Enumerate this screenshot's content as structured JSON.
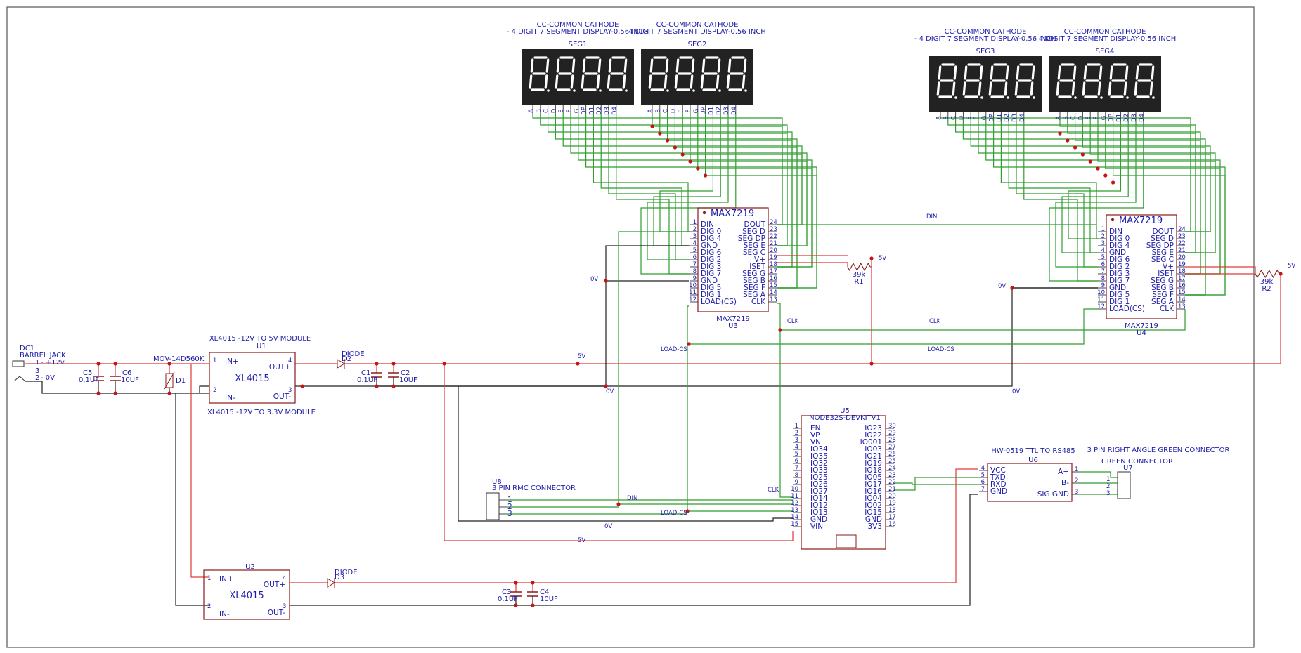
{
  "colors": {
    "wire_green": "#2f9e2f",
    "wire_red": "#e03a3a",
    "wire_black": "#202020",
    "text": "#1c1ca8",
    "part": "#8b1a1a",
    "display": "#222222",
    "junction": "#c41414"
  },
  "displays": [
    {
      "title1": "CC-COMMON CATHODE",
      "title2": "- 4 DIGIT 7 SEGMENT DISPLAY-0.56 INCH",
      "name": "SEG1"
    },
    {
      "title1": "CC-COMMON CATHODE",
      "title2": "4 DIGIT 7 SEGMENT DISPLAY-0.56 INCH",
      "name": "SEG2"
    },
    {
      "title1": "CC-COMMON CATHODE",
      "title2": "- 4 DIGIT 7 SEGMENT DISPLAY-0.56 INCH",
      "name": "SEG3"
    },
    {
      "title1": "CC-COMMON CATHODE",
      "title2": "- 4 DIGIT 7 SEGMENT DISPLAY-0.56 INCH",
      "name": "SEG4"
    }
  ],
  "display_pins": [
    "A",
    "B",
    "C",
    "D",
    "E",
    "F",
    "G",
    "DP",
    "D1",
    "D2",
    "D3",
    "D4"
  ],
  "max7219": [
    {
      "title": "MAX7219",
      "part": "MAX7219",
      "ref": "U3"
    },
    {
      "title": "MAX7219",
      "part": "MAX7219",
      "ref": "U4"
    }
  ],
  "max_left_pins": [
    {
      "n": "1",
      "t": "DIN"
    },
    {
      "n": "2",
      "t": "DIG 0"
    },
    {
      "n": "3",
      "t": "DIG 4"
    },
    {
      "n": "4",
      "t": "GND"
    },
    {
      "n": "5",
      "t": "DIG 6"
    },
    {
      "n": "6",
      "t": "DIG 2"
    },
    {
      "n": "7",
      "t": "DIG 3"
    },
    {
      "n": "8",
      "t": "DIG 7"
    },
    {
      "n": "9",
      "t": "GND"
    },
    {
      "n": "10",
      "t": "DIG 5"
    },
    {
      "n": "11",
      "t": "DIG 1"
    },
    {
      "n": "12",
      "t": "LOAD(CS)"
    }
  ],
  "max_right_pins": [
    {
      "n": "24",
      "t": "DOUT"
    },
    {
      "n": "23",
      "t": "SEG D"
    },
    {
      "n": "22",
      "t": "SEG DP"
    },
    {
      "n": "21",
      "t": "SEG E"
    },
    {
      "n": "20",
      "t": "SEG C"
    },
    {
      "n": "19",
      "t": "V+"
    },
    {
      "n": "18",
      "t": "ISET"
    },
    {
      "n": "17",
      "t": "SEG G"
    },
    {
      "n": "16",
      "t": "SEG B"
    },
    {
      "n": "15",
      "t": "SEG F"
    },
    {
      "n": "14",
      "t": "SEG A"
    },
    {
      "n": "13",
      "t": "CLK"
    }
  ],
  "mcu": {
    "ref": "U5",
    "part": "NODE32S-DEVKITV1",
    "left_pins": [
      {
        "n": "1",
        "t": "EN"
      },
      {
        "n": "2",
        "t": "VP"
      },
      {
        "n": "3",
        "t": "VN"
      },
      {
        "n": "4",
        "t": "IO34"
      },
      {
        "n": "5",
        "t": "IO35"
      },
      {
        "n": "6",
        "t": "IO32"
      },
      {
        "n": "7",
        "t": "IO33"
      },
      {
        "n": "8",
        "t": "IO25"
      },
      {
        "n": "9",
        "t": "IO26"
      },
      {
        "n": "10",
        "t": "IO27"
      },
      {
        "n": "11",
        "t": "IO14"
      },
      {
        "n": "12",
        "t": "IO12"
      },
      {
        "n": "13",
        "t": "IO13"
      },
      {
        "n": "14",
        "t": "GND"
      },
      {
        "n": "15",
        "t": "VIN"
      }
    ],
    "right_pins": [
      {
        "n": "30",
        "t": "IO23"
      },
      {
        "n": "29",
        "t": "IO22"
      },
      {
        "n": "28",
        "t": "IO001"
      },
      {
        "n": "27",
        "t": "IO03"
      },
      {
        "n": "26",
        "t": "IO21"
      },
      {
        "n": "25",
        "t": "IO19"
      },
      {
        "n": "24",
        "t": "IO18"
      },
      {
        "n": "23",
        "t": "IO05"
      },
      {
        "n": "22",
        "t": "IO17"
      },
      {
        "n": "21",
        "t": "IO16"
      },
      {
        "n": "20",
        "t": "IO04"
      },
      {
        "n": "19",
        "t": "IO02"
      },
      {
        "n": "18",
        "t": "IO15"
      },
      {
        "n": "17",
        "t": "GND"
      },
      {
        "n": "16",
        "t": "3V3"
      }
    ]
  },
  "dc1": {
    "ref": "DC1",
    "part": "BARREL JACK",
    "p1": "1",
    "p1_net": "- +12v",
    "p3": "3",
    "p2": "2",
    "p2_net": "- 0V"
  },
  "c5": {
    "ref": "C5",
    "value": "0.1UF"
  },
  "c6": {
    "ref": "C6",
    "value": "10UF"
  },
  "mov": {
    "label": "MOV-14D560K",
    "ref": "D1"
  },
  "u1": {
    "title": "XL4015 -12V TO 5V MODULE",
    "ref": "U1",
    "name": "XL4015",
    "sub": "XL4015 -12V TO 3.3V MODULE",
    "p1": "1",
    "p1t": "IN+",
    "p2": "2",
    "p2t": "IN-",
    "p4": "4",
    "p4t": "OUT+",
    "p3": "3",
    "p3t": "OUT-"
  },
  "d2": {
    "label": "DIODE",
    "ref": "D2"
  },
  "c1": {
    "ref": "C1",
    "value": "0.1UF"
  },
  "c2": {
    "ref": "C2",
    "value": "10UF"
  },
  "u2": {
    "ref": "U2",
    "name": "XL4015",
    "p1": "1",
    "p1t": "IN+",
    "p2": "2",
    "p2t": "IN-",
    "p4": "4",
    "p4t": "OUT+",
    "p3": "3",
    "p3t": "OUT-"
  },
  "d3": {
    "label": "DIODE",
    "ref": "D3"
  },
  "c3": {
    "ref": "C3",
    "value": "0.1UF"
  },
  "c4": {
    "ref": "C4",
    "value": "10UF"
  },
  "r1": {
    "value": "39k",
    "ref": "R1"
  },
  "r2": {
    "value": "39k",
    "ref": "R2"
  },
  "u8": {
    "ref": "U8",
    "label": "3 PIN RMC CONNECTOR",
    "pins": [
      "1",
      "2",
      "3"
    ]
  },
  "u6": {
    "title": "HW-0519 TTL TO RS485",
    "ref": "U6",
    "left": [
      {
        "n": "4",
        "t": "VCC"
      },
      {
        "n": "5",
        "t": "TXD"
      },
      {
        "n": "6",
        "t": "RXD"
      },
      {
        "n": "7",
        "t": "GND"
      }
    ],
    "right": [
      {
        "n": "1",
        "t": "A+"
      },
      {
        "n": "2",
        "t": "B-"
      },
      {
        "n": "3",
        "t": "SIG GND"
      }
    ]
  },
  "u7": {
    "title": "3 PIN RIGHT ANGLE GREEN CONNECTOR",
    "sub": "GREEN CONNECTOR",
    "ref": "U7",
    "pins": [
      "1",
      "2",
      "3"
    ]
  },
  "nets": {
    "din": "DIN",
    "clk": "CLK",
    "load_cs": "LOAD-CS",
    "v5": "5V",
    "v0": "0V"
  }
}
